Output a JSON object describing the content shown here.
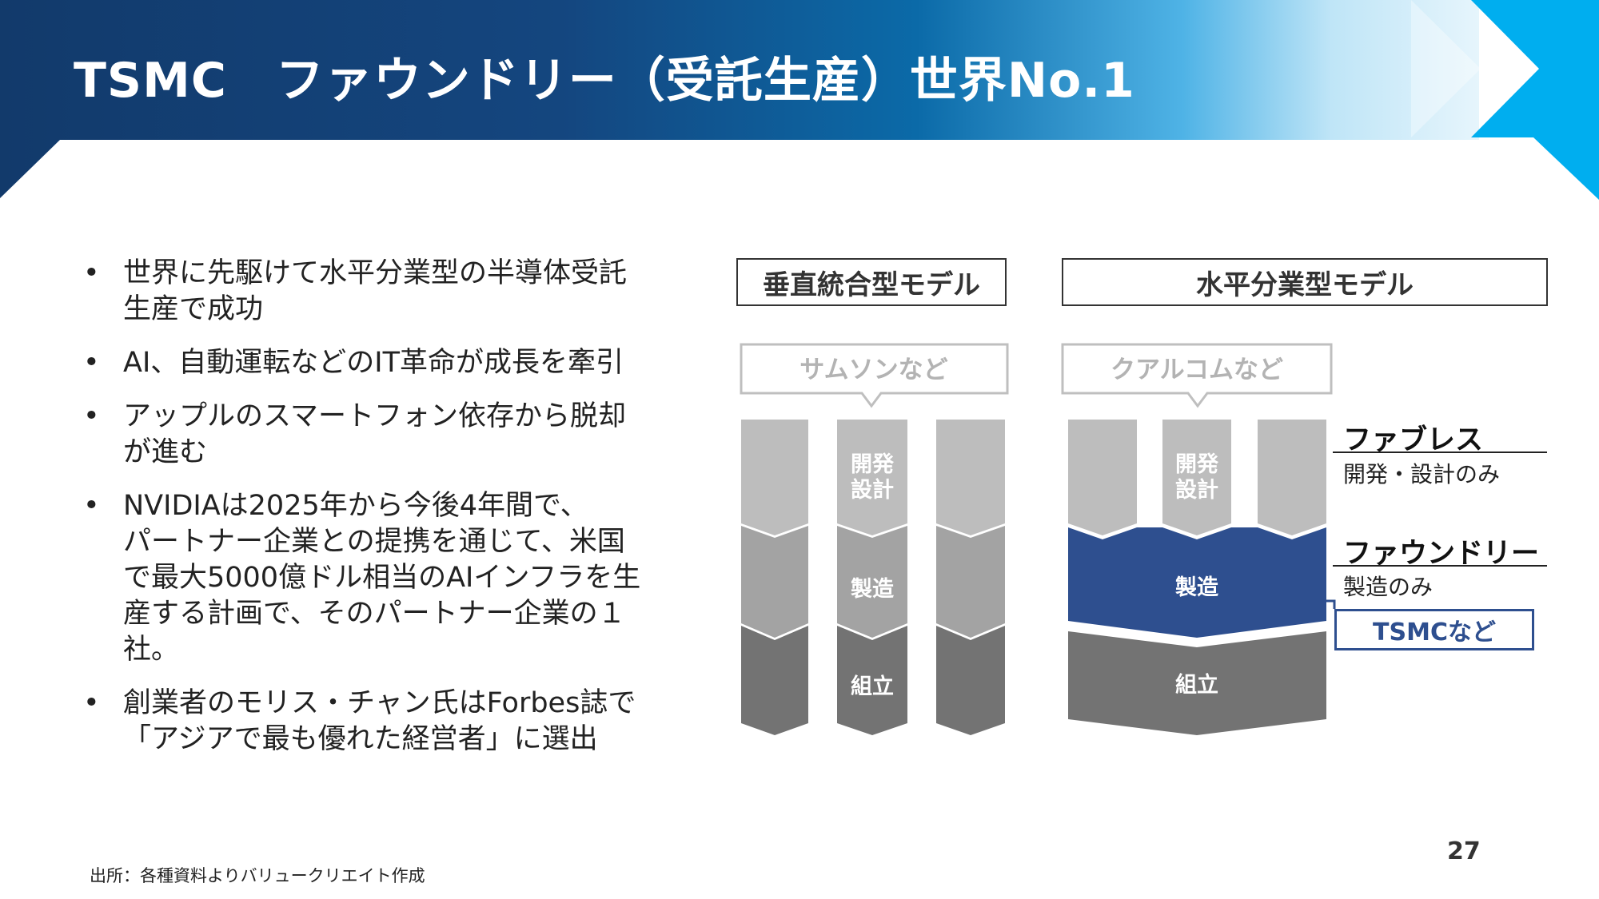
{
  "slide": {
    "title": "TSMC　ファウンドリー（受託生産）世界No.1",
    "page_number": "27",
    "source": "出所：各種資料よりバリュークリエイト作成"
  },
  "bullets": [
    "世界に先駆けて水平分業型の半導体受託\n生産で成功",
    "AI、自動運転などのIT革命が成長を牽引",
    "アップルのスマートフォン依存から脱却\nが進む",
    "NVIDIAは2025年から今後4年間で、\nパートナー企業との提携を通じて、米国\nで最大5000億ドル相当のAIインフラを生\n産する計画で、そのパートナー企業の１\n社。",
    "創業者のモリス・チャン氏はForbes誌で\n「アジアで最も優れた経営者」に選出"
  ],
  "bullet_symbol": "•",
  "diagram": {
    "vertical_model": {
      "title": "垂直統合型モデル",
      "example": "サムソンなど",
      "stages": [
        "開発\n設計",
        "製造",
        "組立"
      ]
    },
    "horizontal_model": {
      "title": "水平分業型モデル",
      "example": "クアルコムなど",
      "stages": [
        "開発\n設計",
        "製造",
        "組立"
      ]
    },
    "roles": [
      {
        "name": "ファブレス",
        "desc": "開発・設計のみ"
      },
      {
        "name": "ファウンドリー",
        "desc": "製造のみ"
      }
    ],
    "highlight_label": "TSMCなど",
    "colors": {
      "light_gray": "#bdbdbd",
      "mid_gray": "#a3a3a3",
      "dark_gray": "#737373",
      "callout_gray": "#bfbfbf",
      "highlight_blue": "#2e4f8f",
      "header_dark": "#123a6b",
      "header_accent": "#00aeef"
    }
  }
}
